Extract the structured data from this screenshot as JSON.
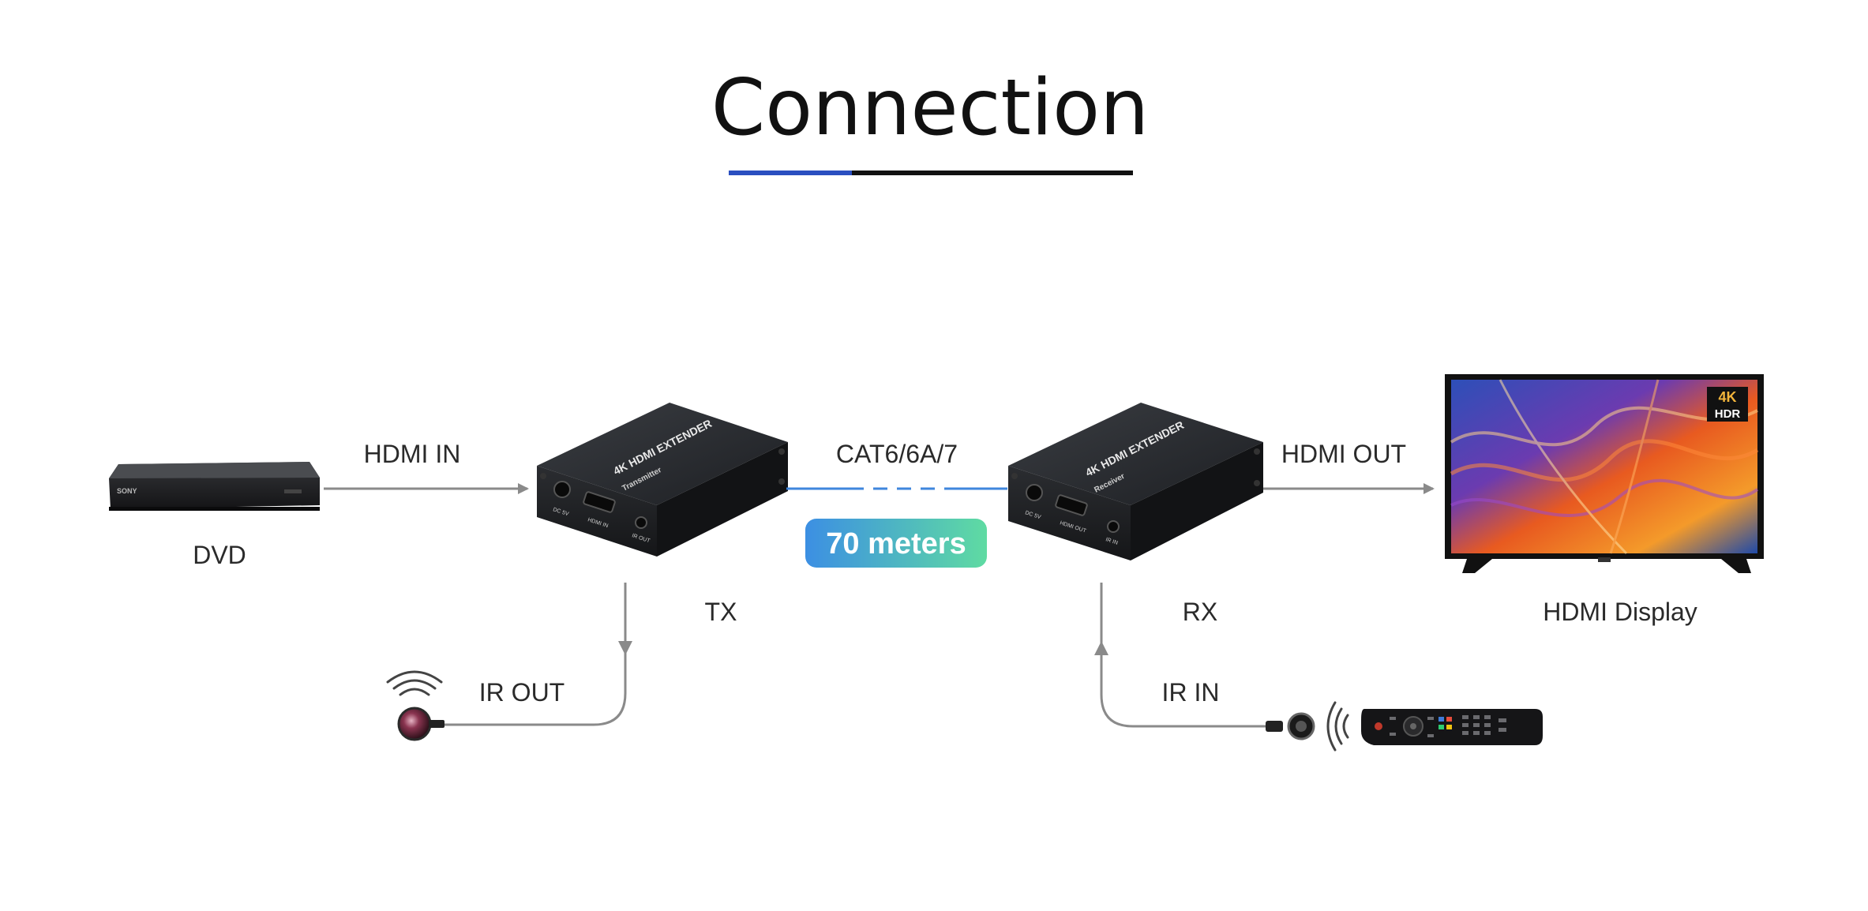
{
  "title": "Connection",
  "labels": {
    "hdmi_in": "HDMI IN",
    "cable": "CAT6/6A/7",
    "hdmi_out": "HDMI OUT",
    "dvd": "DVD",
    "tx": "TX",
    "rx": "RX",
    "display": "HDMI Display",
    "ir_out": "IR OUT",
    "ir_in": "IR IN"
  },
  "distance_badge": "70 meters",
  "devices": {
    "dvd_brand": "SONY",
    "tx_name": "4K HDMI EXTENDER",
    "tx_role": "Transmitter",
    "rx_name": "4K HDMI EXTENDER",
    "rx_role": "Receiver",
    "tx_ports": [
      "DC 5V",
      "HDMI IN",
      "IR OUT"
    ],
    "rx_ports": [
      "DC 5V",
      "HDMI OUT",
      "IR IN"
    ],
    "tv_badge_top": "4K",
    "tv_badge_bottom": "HDR"
  },
  "colors": {
    "accent_blue": "#2a4fc0",
    "line_gray": "#8a8a8a",
    "cable_blue": "#3f86dd",
    "badge_start": "#3c8fe3",
    "badge_end": "#5fdba2"
  }
}
